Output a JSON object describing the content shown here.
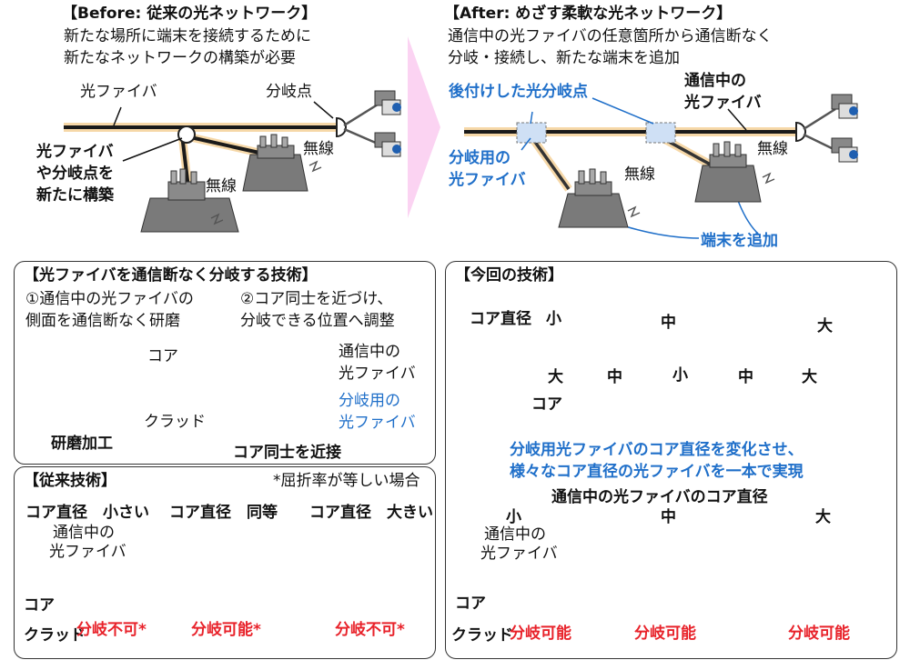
{
  "before": {
    "title": "【Before:  従来の光ネットワーク】",
    "desc1": "新たな場所に端末を接続するために",
    "desc2": "新たなネットワークの構築が必要",
    "fiber": "光ファイバ",
    "branch_point": "分岐点",
    "build1": "光ファイバ",
    "build2": "や分岐点を",
    "build3": "新たに構築",
    "wireless1": "無線",
    "wireless2": "無線"
  },
  "after": {
    "title": "【After: めざす柔軟な光ネットワーク】",
    "desc1": "通信中の光ファイバの任意箇所から通信断なく",
    "desc2": "分岐・接続し、新たな端末を追加",
    "added_branch": "後付けした光分岐点",
    "active1": "通信中の",
    "active2": "光ファイバ",
    "branch_fiber1": "分岐用の",
    "branch_fiber2": "光ファイバ",
    "wireless1": "無線",
    "wireless2": "無線",
    "add_terminal": "端末を追加"
  },
  "tech": {
    "title": "【光ファイバを通信断なく分岐する技術】",
    "step1a": "①通信中の光ファイバの",
    "step1b": "側面を通信断なく研磨",
    "step2a": "②コア同士を近づけ、",
    "step2b": "分岐できる位置へ調整",
    "core": "コア",
    "clad": "クラッド",
    "polish": "研磨加工",
    "active1": "通信中の",
    "active2": "光ファイバ",
    "branch1": "分岐用の",
    "branch2": "光ファイバ",
    "approach": "コア同士を近接"
  },
  "conv": {
    "title": "【従来技術】",
    "note": "*屈折率が等しい場合",
    "col1": "コア直径　小さい",
    "col2": "コア直径　同等",
    "col3": "コア直径　大きい",
    "active1": "通信中の",
    "active2": "光ファイバ",
    "core": "コア",
    "clad": "クラッド",
    "r1": "分岐不可*",
    "r2": "分岐可能*",
    "r3": "分岐不可*"
  },
  "now": {
    "title": "【今回の技術】",
    "core_dia": "コア直径",
    "small": "小",
    "mid": "中",
    "large": "大",
    "core": "コア",
    "m1": "大",
    "m2": "中",
    "m3": "小",
    "m4": "中",
    "m5": "大",
    "desc1": "分岐用光ファイバのコア直径を変化させ、",
    "desc2": "様々なコア直径の光ファイバを一本で実現",
    "sub": "通信中の光ファイバのコア直径",
    "s_small": "小",
    "s_mid": "中",
    "s_large": "大",
    "active1": "通信中の",
    "active2": "光ファイバ",
    "core2": "コア",
    "clad": "クラッド",
    "ok1": "分岐可能",
    "ok2": "分岐可能",
    "ok3": "分岐可能"
  },
  "colors": {
    "blue": "#1f6fc9",
    "red": "#e8222a",
    "core_blue": "#4a8fdc",
    "dark_fiber": "#454545",
    "glow": "#f6d8a8"
  }
}
